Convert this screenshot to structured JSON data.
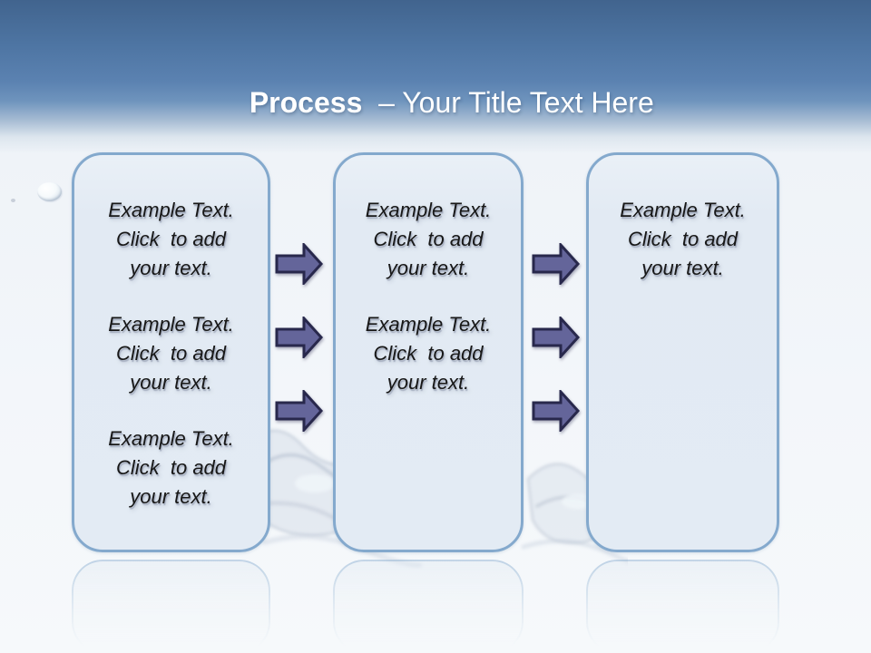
{
  "slide": {
    "title": {
      "bold": "Process",
      "rest": "  – Your Title Text Here"
    }
  },
  "boxes": [
    {
      "name": "process-step-1",
      "paragraphs": [
        {
          "lines": [
            "Example Text.",
            "Click  to add",
            "your text."
          ]
        },
        {
          "lines": [
            "Example Text.",
            "Click  to add",
            "your text."
          ]
        },
        {
          "lines": [
            "Example Text.",
            "Click  to add",
            "your text."
          ]
        }
      ]
    },
    {
      "name": "process-step-2",
      "paragraphs": [
        {
          "lines": [
            "Example Text.",
            "Click  to add",
            "your text."
          ]
        },
        {
          "lines": [
            "Example Text.",
            "Click  to add",
            "your text."
          ]
        }
      ]
    },
    {
      "name": "process-step-3",
      "paragraphs": [
        {
          "lines": [
            "Example Text.",
            "Click  to add",
            "your text."
          ]
        }
      ]
    }
  ],
  "arrows": {
    "groups": 2,
    "per_group": 3,
    "direction": "right"
  },
  "colors": {
    "header_blue_top": "#41648E",
    "header_blue_bottom": "#5B82B1",
    "box_fill": "#E3EBF4",
    "box_border": "#84A9CD",
    "arrow_fill": "#64659A",
    "arrow_stroke": "#28284C",
    "title_color": "#FFFFFF",
    "body_text_color": "#171717"
  }
}
